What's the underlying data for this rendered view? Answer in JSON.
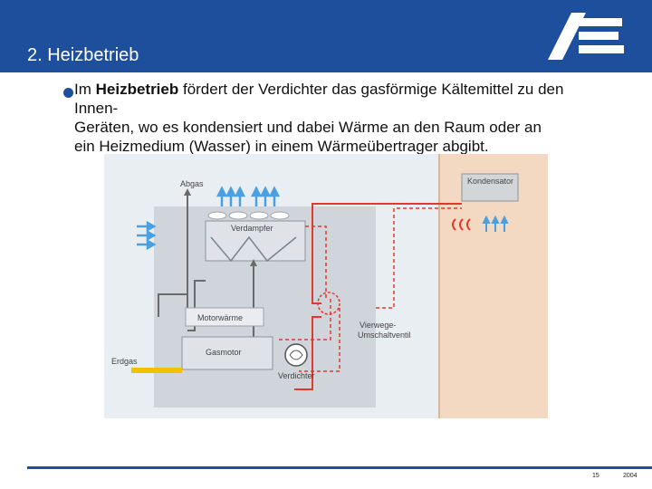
{
  "header": {
    "title": "2. Heizbetrieb"
  },
  "bullet": {
    "prefix": "Im ",
    "bold": "Heizbetrieb",
    "line1_rest": " fördert der Verdichter das gasförmige Kältemittel zu den",
    "line2": "Innen-",
    "line3": "Geräten, wo es kondensiert und dabei Wärme an den Raum oder an",
    "line4": "ein Heizmedium (Wasser) in einem Wärmeübertrager abgibt."
  },
  "diagram": {
    "labels": {
      "exhaust": "Abgas",
      "evaporator": "Verdampfer",
      "engine_heat": "Motorwärme",
      "gas_engine": "Gasmotor",
      "natural_gas": "Erdgas",
      "compressor": "Verdichter",
      "valve_line1": "Vierwege-",
      "valve_line2": "Umschaltventil",
      "condenser": "Kondensator"
    },
    "colors": {
      "outdoor_box": "#cfd5db",
      "indoor_box": "#f3d9c2",
      "background": "#e9eef2",
      "refrigerant": "#e03a2e",
      "coolant": "#6b6b6b",
      "air_flow": "#4aa0e0",
      "gas_line": "#f2c200"
    }
  },
  "footer": {
    "page": "15",
    "year": "2004"
  }
}
